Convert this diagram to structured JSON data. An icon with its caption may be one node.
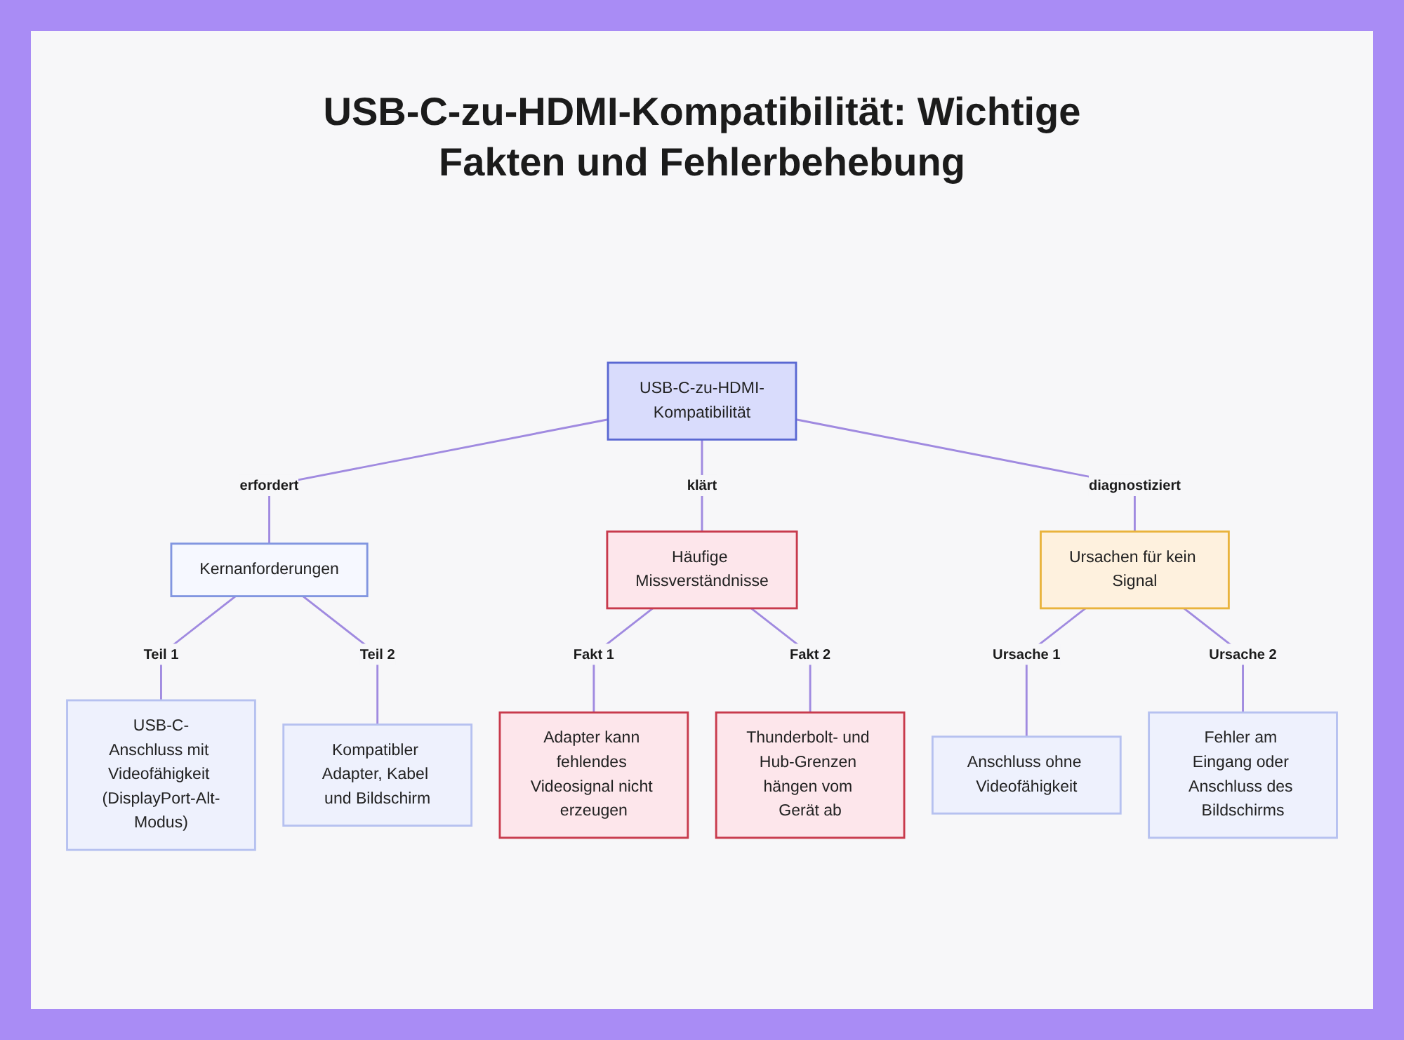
{
  "diagram": {
    "title": "USB-C-zu-HDMI-Kompatibilität: Wichtige Fakten und Fehlerbehebung",
    "nodes": [
      {
        "text": [
          "USB-C-zu-HDMI-Kompatibilität"
        ]
      },
      {
        "text": [
          "Kernanforderungen"
        ]
      },
      {
        "text": [
          "Häufige Missverständnisse"
        ]
      },
      {
        "text": [
          "Ursachen für kein Signal"
        ]
      },
      {
        "text": [
          "USB-C-Anschluss mit Videofähigkeit (DisplayPort-Alt-Modus)"
        ]
      },
      {
        "text": [
          "Kompatibler Adapter, Kabel und Bildschirm"
        ]
      },
      {
        "text": [
          "Adapter kann fehlendes Videosignal nicht erzeugen"
        ]
      },
      {
        "text": [
          "Thunderbolt- und Hub-Grenzen hängen vom Gerät ab"
        ]
      },
      {
        "text": [
          "Anschluss ohne Videofähigkeit"
        ]
      },
      {
        "text": [
          "Fehler am Eingang oder Anschluss des Bildschirms"
        ]
      }
    ],
    "edges": [
      {
        "from": 0,
        "to": 1,
        "arrow": "none",
        "label": "erfordert"
      },
      {
        "from": 0,
        "to": 2,
        "arrow": "none",
        "label": "klärt"
      },
      {
        "from": 0,
        "to": 3,
        "arrow": "none",
        "label": "diagnostiziert"
      },
      {
        "from": 1,
        "to": 4,
        "arrow": "none",
        "label": "Teil 1"
      },
      {
        "from": 1,
        "to": 5,
        "arrow": "none",
        "label": "Teil 2"
      },
      {
        "from": 2,
        "to": 6,
        "arrow": "none",
        "label": "Fakt 1"
      },
      {
        "from": 2,
        "to": 7,
        "arrow": "none",
        "label": "Fakt 2"
      },
      {
        "from": 3,
        "to": 8,
        "arrow": "none",
        "label": "Ursache 1"
      },
      {
        "from": 3,
        "to": 9,
        "arrow": "none",
        "label": "Ursache 2"
      }
    ]
  }
}
